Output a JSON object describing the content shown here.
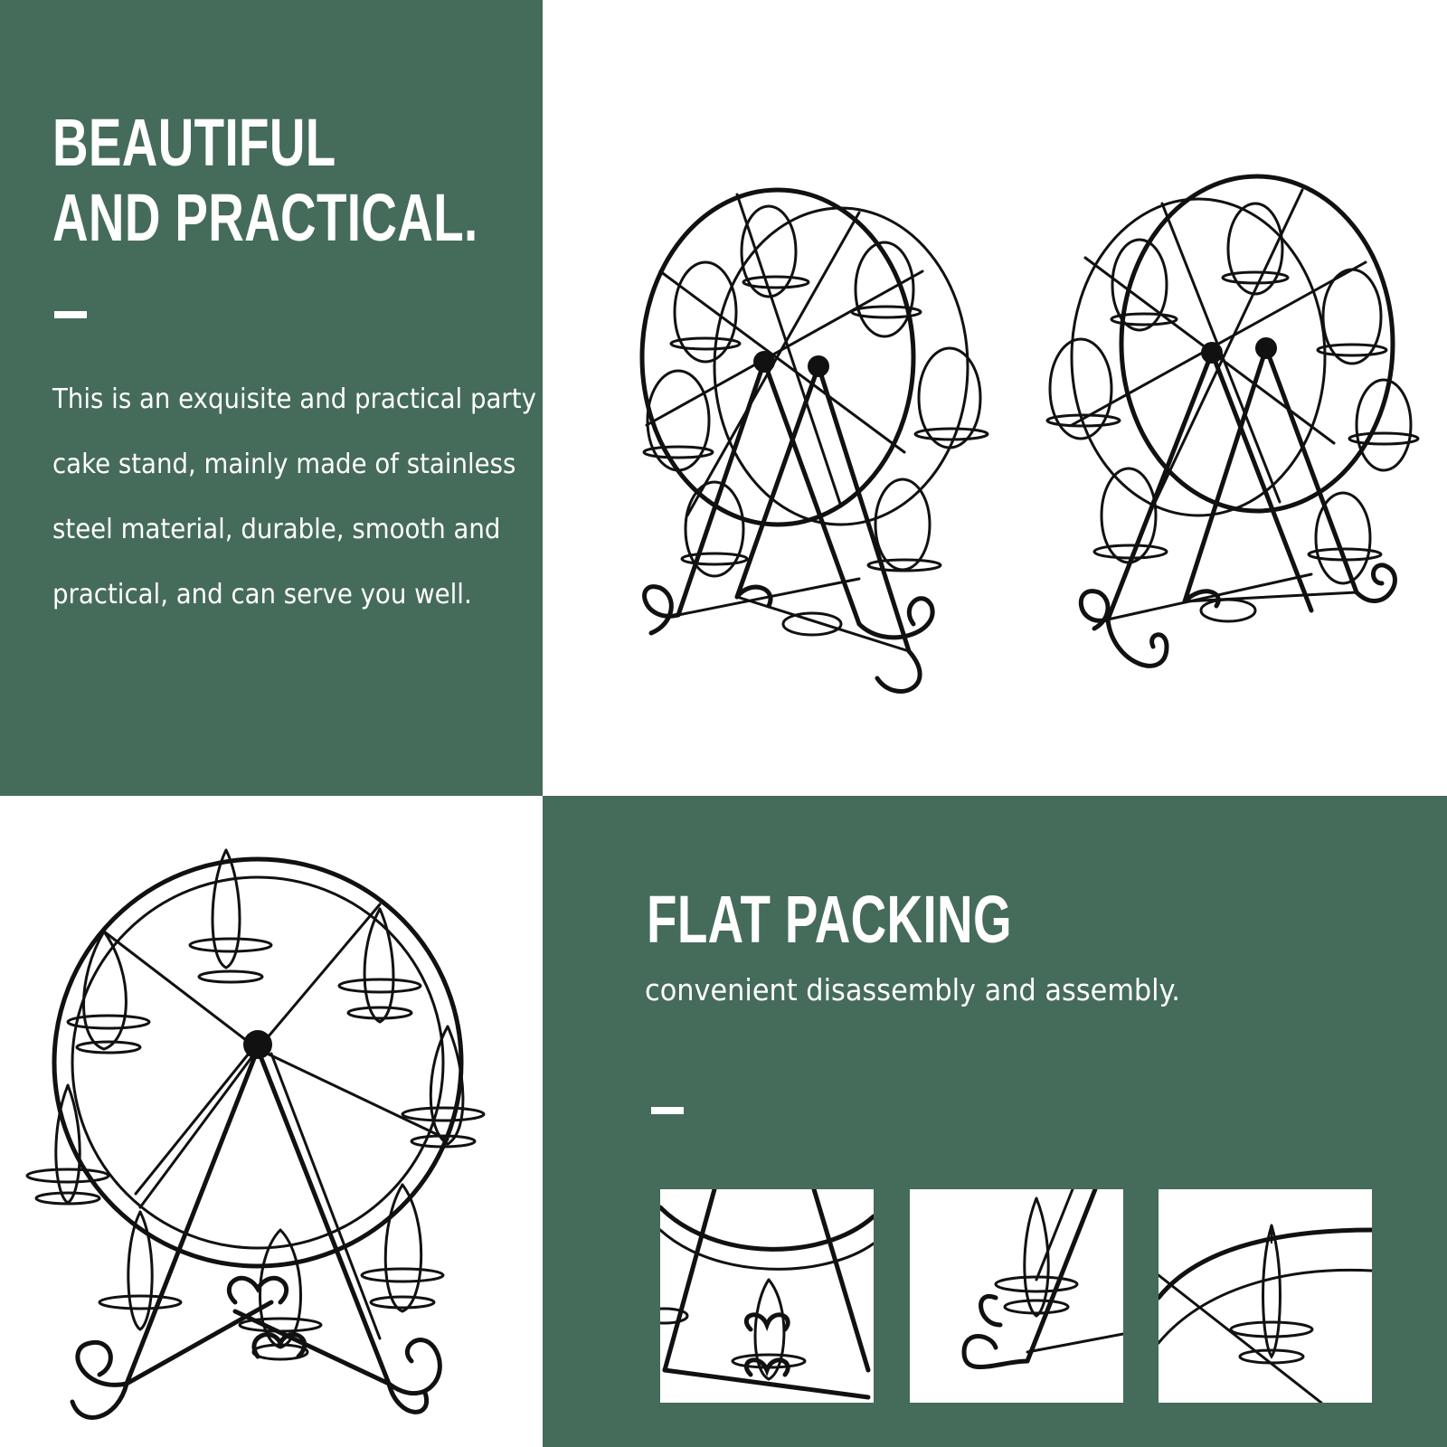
{
  "section_top": {
    "heading_line1": "BEAUTIFUL",
    "heading_line2": "AND PRACTICAL.",
    "body": "This is an exquisite and practical party cake stand, mainly made of stainless steel material, durable, smooth and practical, and can serve you well."
  },
  "section_bottom": {
    "heading": "FLAT PACKING",
    "subtext": "convenient disassembly and assembly."
  },
  "colors": {
    "panel_green": "#456b5b",
    "text": "#ffffff",
    "wire": "#111111"
  },
  "images": {
    "top_right": "ferris-wheel-cupcake-stand-two-views",
    "bottom_left": "ferris-wheel-cupcake-stand-front",
    "details": [
      "detail-base-closeup",
      "detail-cup-closeup",
      "detail-rim-closeup"
    ]
  }
}
